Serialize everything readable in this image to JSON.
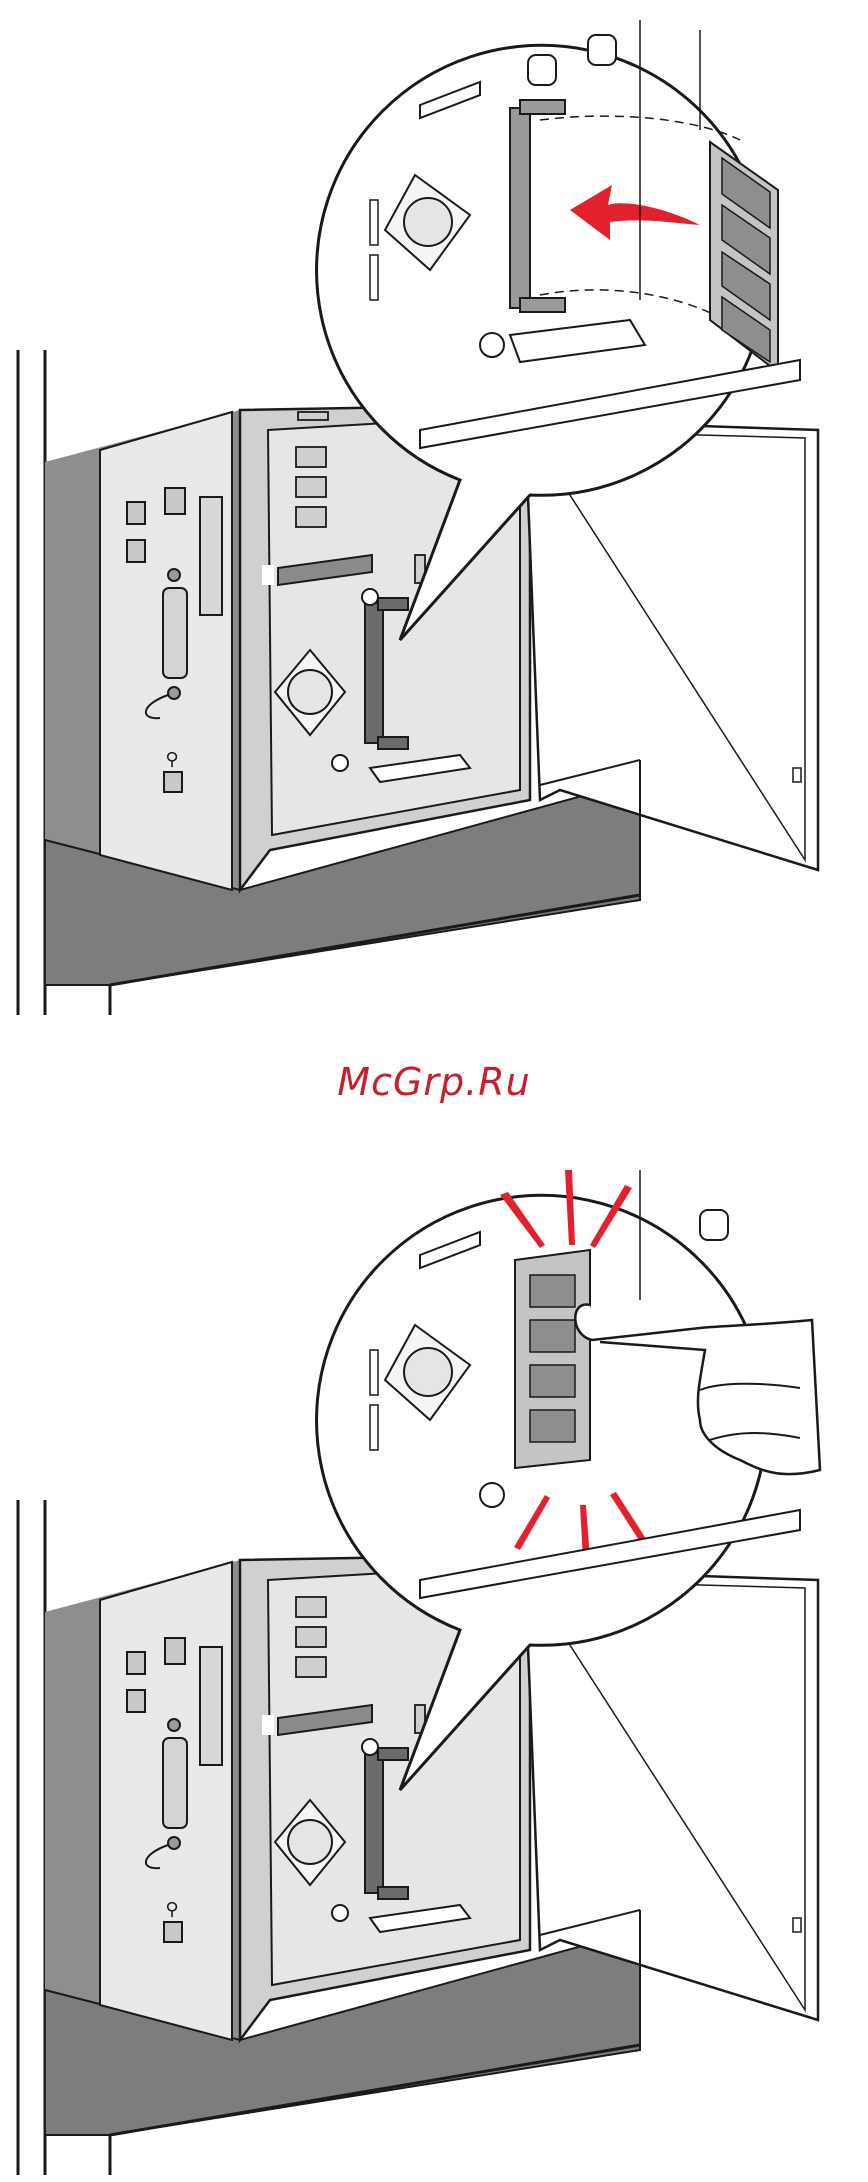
{
  "watermark": {
    "text": "McGrp.Ru",
    "color": "#c8202a"
  },
  "colors": {
    "line": "#1a1a1a",
    "panel_light": "#e9e9e9",
    "panel_mid": "#d0d0d0",
    "panel_dark": "#8e8e8e",
    "floor": "#7d7d7d",
    "connector": "#6b6b6b",
    "memory_chip": "#9a9a9a",
    "memory_board": "#c4c4c4",
    "arrow_red": "#e3202d",
    "skin": "#ffffff"
  },
  "illustrations": [
    {
      "step": "remove-memory-card",
      "icons": [
        "release-arrow-icon",
        "memory-card-icon",
        "usb-icon",
        "ethernet-port-icon",
        "parallel-port-icon"
      ]
    },
    {
      "step": "install-memory-card",
      "icons": [
        "press-finger-icon",
        "click-burst-icon",
        "memory-card-icon",
        "usb-icon",
        "ethernet-port-icon",
        "parallel-port-icon"
      ]
    }
  ]
}
